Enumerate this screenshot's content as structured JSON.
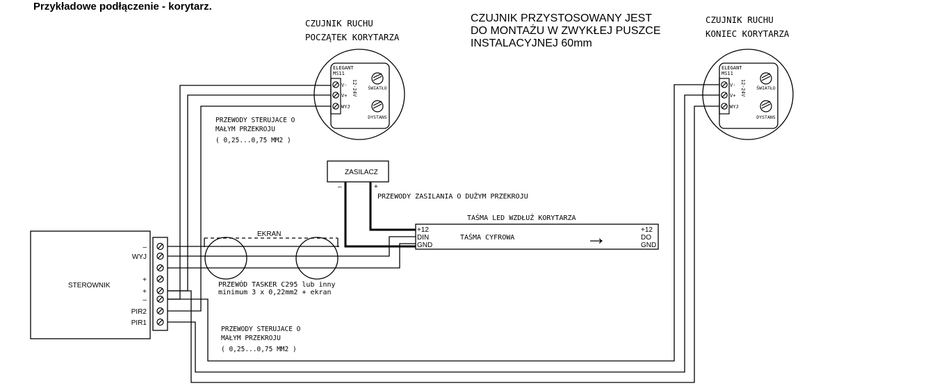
{
  "title": "Przykładowe podłączenie - korytarz.",
  "mount_note": [
    "CZUJNIK PRZYSTOSOWANY JEST",
    "DO MONTAŻU W ZWYKŁEJ PUSZCE",
    "INSTALACYJNEJ 60mm"
  ],
  "sensor_start": {
    "heading": [
      "CZUJNIK RUCHU",
      "POCZĄTEK KORYTARZA"
    ],
    "model": [
      "ELEGANT",
      "MS11"
    ],
    "terminals": [
      "V-",
      "V+",
      "WYJ"
    ],
    "voltage": "12-24V",
    "knob_light": "ŚWIATŁO",
    "knob_distance": "DYSTANS"
  },
  "sensor_end": {
    "heading": [
      "CZUJNIK RUCHU",
      "KONIEC KORYTARZA"
    ],
    "model": [
      "ELEGANT",
      "MS11"
    ],
    "terminals": [
      "V-",
      "V+",
      "WYJ"
    ],
    "voltage": "12-24V",
    "knob_light": "ŚWIATŁO",
    "knob_distance": "DYSTANS"
  },
  "control_wires_top": [
    "PRZEWODY STERUJACE O",
    "MAŁYM PRZEKROJU",
    "( 0,25...0,75 MM2 )"
  ],
  "control_wires_bottom": [
    "PRZEWODY STERUJACE O",
    "MAŁYM PRZEKROJU",
    "( 0,25...0,75 MM2 )"
  ],
  "power_supply": {
    "label": "ZASILACZ",
    "minus": "–",
    "plus": "+"
  },
  "power_wires": "PRZEWODY ZASILANIA O DUŻYM PRZEKROJU",
  "screen_label": "EKRAN",
  "cable_label": [
    "PRZEWÓD TASKER C295 lub inny",
    "minimum 3 x 0,22mm2 + ekran"
  ],
  "led_strip": {
    "heading": "TAŚMA LED WZDŁUŻ KORYTARZA",
    "name": "TAŚMA CYFROWA",
    "in_terminals": [
      "+12",
      "DIN",
      "GND"
    ],
    "out_terminals": [
      "+12",
      "DO",
      "GND"
    ],
    "arrow": "→"
  },
  "controller": {
    "label": "STEROWNIK",
    "terminals": [
      "–",
      "WYJ",
      "",
      "+",
      "+",
      "–",
      "PIR2",
      "PIR1"
    ]
  }
}
